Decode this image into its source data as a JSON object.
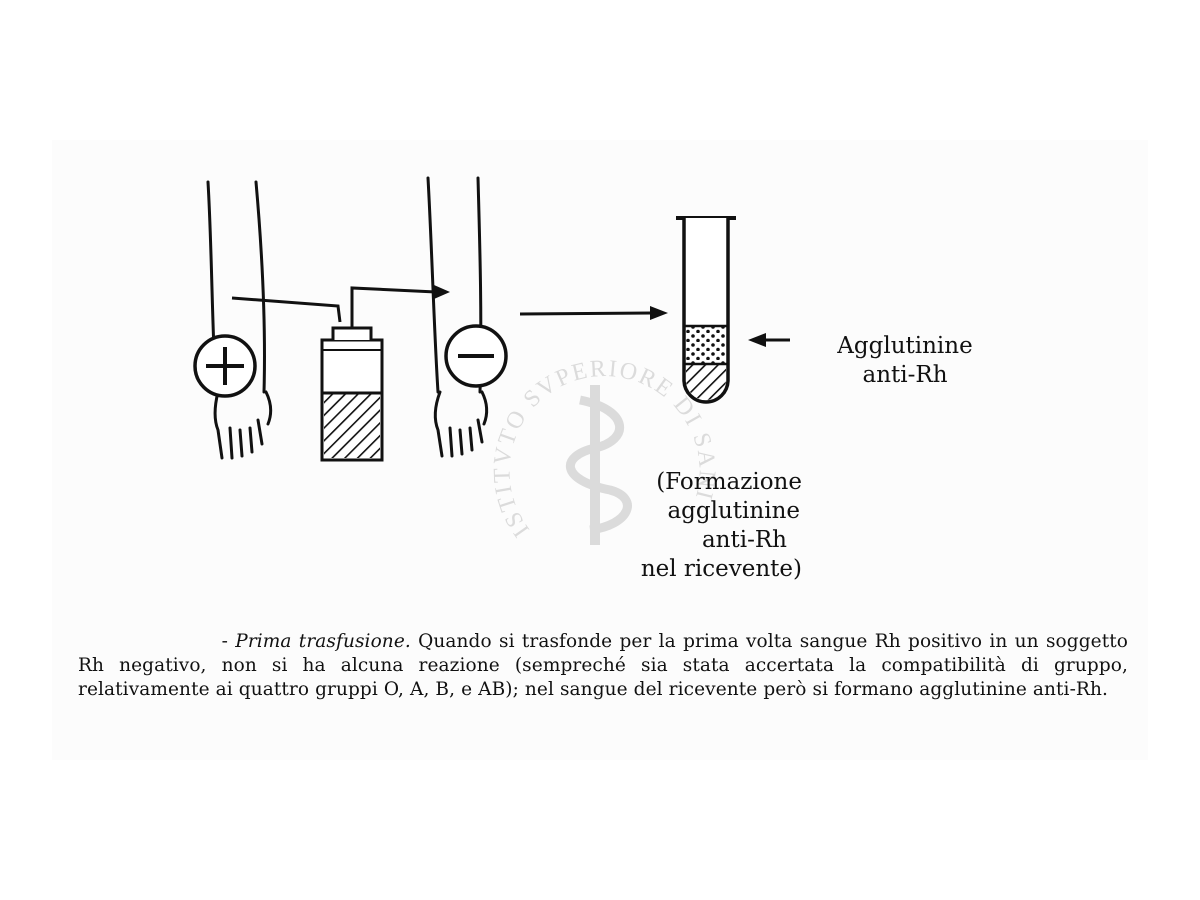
{
  "labels": {
    "agglutinine": [
      "Agglutinine",
      "anti-Rh"
    ],
    "formazione": [
      "(Formazione",
      "agglutinine",
      "anti-Rh",
      "nel ricevente)"
    ]
  },
  "symbols": {
    "donor": "+",
    "recipient": "−"
  },
  "watermark": {
    "text": "ISTITVTO SVPERIORE DI SANITÀ"
  },
  "caption": {
    "dash": "-",
    "lead": "Prima trasfusione.",
    "body": "Quando si trasfonde per la prima volta sangue Rh positivo in un soggetto Rh negativo, non si ha alcuna reazione (sempreché sia stata accertata la compatibilità di gruppo, relativamente ai quattro gruppi O, A, B, e AB); nel sangue del ricevente però si formano agglutinine anti-Rh."
  },
  "colors": {
    "ink": "#111111",
    "watermark": "#9a9a9a"
  }
}
